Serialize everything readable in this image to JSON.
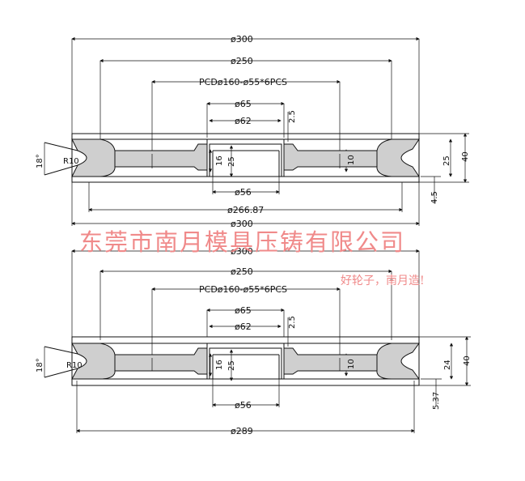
{
  "watermark": {
    "company": "东莞市南月模具压铸有限公司",
    "slogan": "好轮子，南月造!"
  },
  "top_view": {
    "dia_outer": "ø300",
    "dia_250": "ø250",
    "pcd": "PCDø160-ø55*6PCS",
    "dia_65": "ø65",
    "dia_62": "ø62",
    "dim_2_5": "2.5",
    "dia_56": "ø56",
    "dia_bottom_1": "ø266.87",
    "dia_bottom_2": "ø300",
    "dim_16": "16",
    "dim_25_inner": "25",
    "dim_10": "10",
    "dim_25_right": "25",
    "dim_40": "40",
    "dim_4_5": "4.5",
    "angle": "18°",
    "radius": "R10"
  },
  "bottom_view": {
    "dia_outer": "ø300",
    "dia_250": "ø250",
    "pcd": "PCDø160-ø55*6PCS",
    "dia_65": "ø65",
    "dia_62": "ø62",
    "dim_2_5": "2.5",
    "dia_56": "ø56",
    "dia_bottom": "ø289",
    "dim_16": "16",
    "dim_25_inner": "25",
    "dim_10": "10",
    "dim_24": "24",
    "dim_40": "40",
    "dim_5_37": "5.37",
    "angle": "18°",
    "radius": "R10"
  },
  "colors": {
    "line": "#111111",
    "section_fill": "#cfcfcf",
    "watermark": "#f08a8a"
  }
}
